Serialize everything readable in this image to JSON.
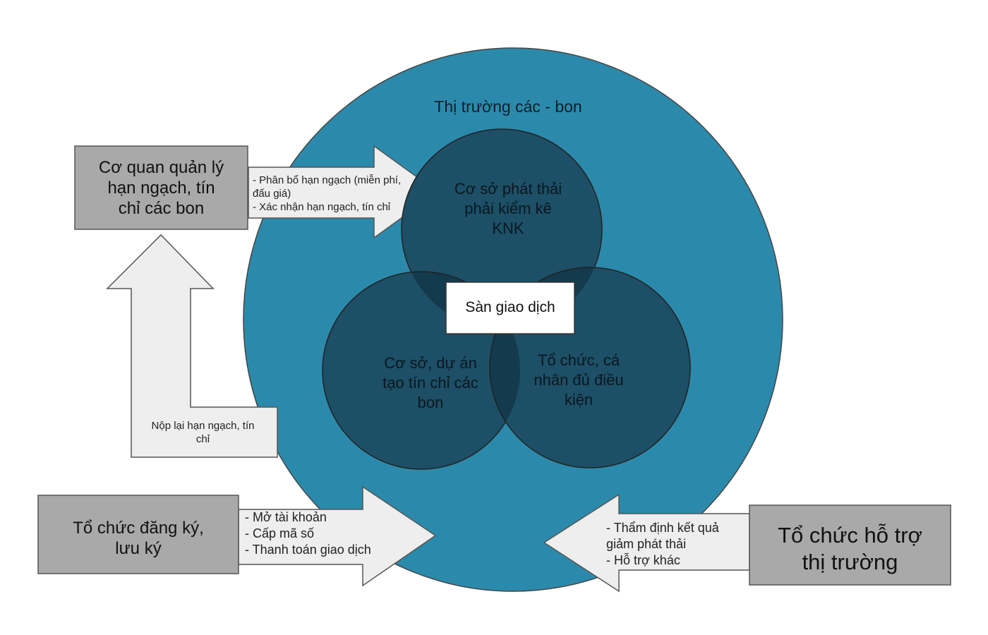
{
  "market": {
    "title": "Thị trường các - bon",
    "colors": {
      "outer": "#2b8aab",
      "inner": "#1d4f66"
    }
  },
  "circles": {
    "top": [
      "Cơ sở phát thải",
      "phải kiểm kê",
      "KNK"
    ],
    "left": [
      "Cơ sở, dự án",
      "tạo tín chỉ các",
      "bon"
    ],
    "right": [
      "Tổ chức, cá",
      "nhân đủ điều",
      "kiện"
    ]
  },
  "exchange": {
    "label": "Sàn giao dịch"
  },
  "boxes": {
    "quota_authority": [
      "Cơ quan quản lý",
      "hạn ngạch, tín",
      "chỉ các bon"
    ],
    "registry": [
      "Tổ chức đăng ký,",
      "lưu ký"
    ],
    "support": [
      "Tổ chức hỗ trợ",
      "thị trường"
    ]
  },
  "arrows": {
    "allocation": [
      "- Phân bổ hạn ngạch (miễn phí,",
      "đấu giá)",
      "- Xác nhận hạn ngạch, tín chỉ"
    ],
    "surrender": [
      "Nộp lại hạn ngạch, tín",
      "chỉ"
    ],
    "registry_services": [
      "- Mở tài khoản",
      "- Cấp mã số",
      "- Thanh toán giao dịch"
    ],
    "support_services": [
      "- Thẩm định kết quả",
      "giảm phát thải",
      "- Hỗ trợ khác"
    ]
  }
}
